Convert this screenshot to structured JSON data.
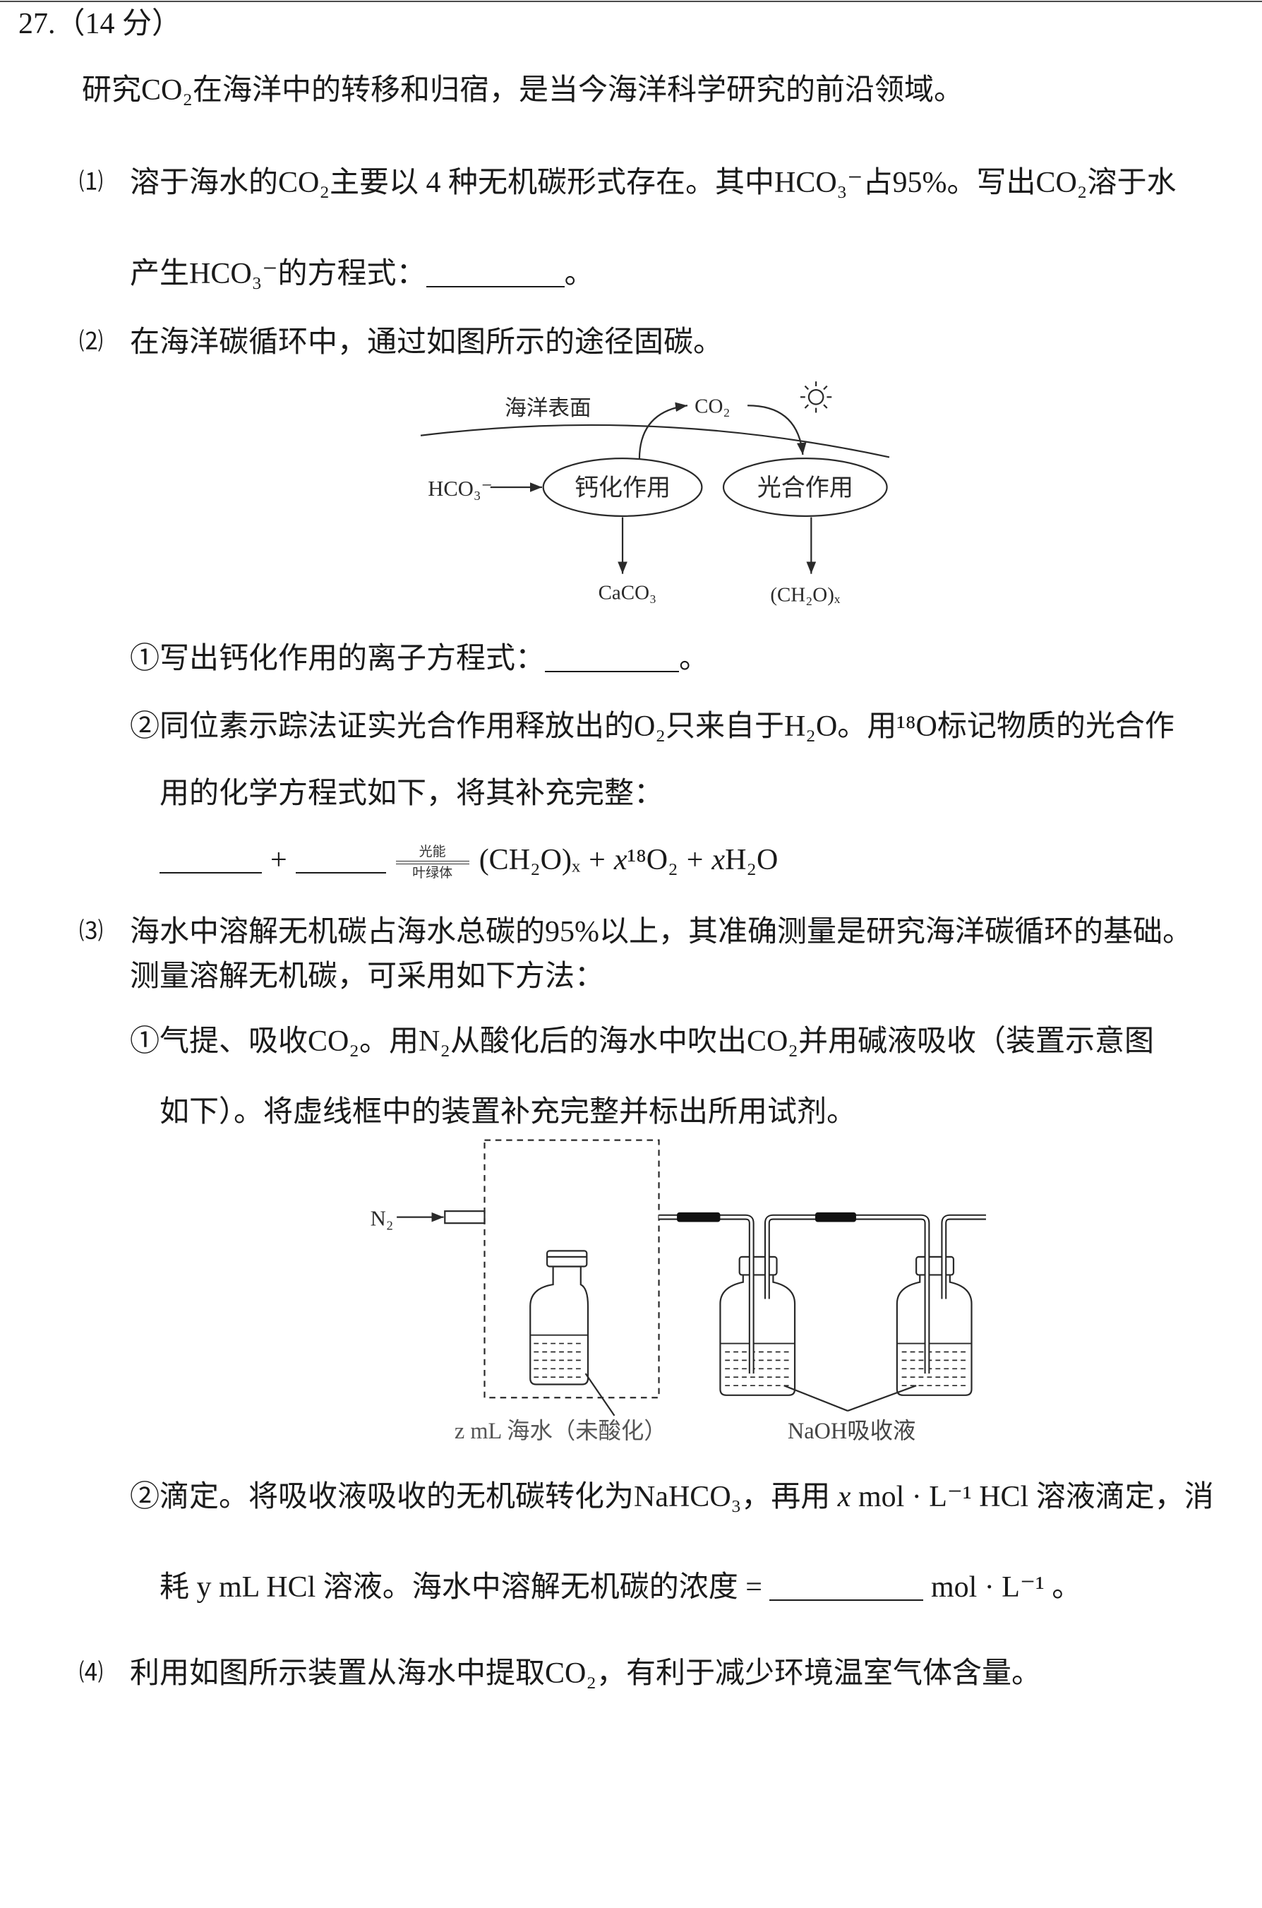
{
  "question": {
    "number": "27.（14 分）",
    "intro": "研究CO₂在海洋中的转移和归宿，是当今海洋科学研究的前沿领域。"
  },
  "part1": {
    "label": "⑴",
    "line1": "溶于海水的CO₂主要以 4 种无机碳形式存在。其中HCO₃⁻占95%。写出CO₂溶于水",
    "line2_before": "产生HCO₃⁻的方程式：",
    "line2_after": "。"
  },
  "part2": {
    "label": "⑵",
    "stem": "在海洋碳循环中，通过如图所示的途径固碳。",
    "figure": {
      "surface_label": "海洋表面",
      "gas": "CO₂",
      "input": "HCO₃⁻",
      "process_left": "钙化作用",
      "process_right": "光合作用",
      "product_left": "CaCO₃",
      "product_right": "(CH₂O)ₓ",
      "icon": "sun-icon"
    },
    "q1_before": "①写出钙化作用的离子方程式：",
    "q1_after": "。",
    "q2_line1": "②同位素示踪法证实光合作用释放出的O₂只来自于H₂O。用¹⁸O标记物质的光合作",
    "q2_line2": "用的化学方程式如下，将其补充完整：",
    "equation": {
      "plus": "+",
      "condition_above": "光能",
      "condition_below": "叶绿体",
      "products": [
        "(CH₂O)ₓ",
        "+",
        "x",
        "¹⁸O₂",
        "+",
        "x",
        "H₂O"
      ]
    }
  },
  "part3": {
    "label": "⑶",
    "stem_line1": "海水中溶解无机碳占海水总碳的95%以上，其准确测量是研究海洋碳循环的基础。",
    "stem_line2": "测量溶解无机碳，可采用如下方法：",
    "q1_line1": "①气提、吸收CO₂。用N₂从酸化后的海水中吹出CO₂并用碱液吸收（装置示意图",
    "q1_line2": "如下）。将虚线框中的装置补充完整并标出所用试剂。",
    "figure": {
      "gas_label": "N₂",
      "sample_label": "z mL 海水（未酸化）",
      "absorbent_label": "NaOH吸收液"
    },
    "q2_line1": [
      "②滴定。将吸收液吸收的无机碳转化为NaHCO₃，再用 ",
      "x",
      " mol · L⁻¹ HCl 溶液滴定，消"
    ],
    "q2_line2_before": "耗 y mL HCl 溶液。海水中溶解无机碳的浓度 = ",
    "q2_line2_after": " mol · L⁻¹ 。"
  },
  "part4": {
    "label": "⑷",
    "stem": "利用如图所示装置从海水中提取CO₂，有利于减少环境温室气体含量。"
  },
  "colors": {
    "text": "#1a1a1a",
    "figure": "#2a2a2a",
    "background": "#ffffff"
  }
}
